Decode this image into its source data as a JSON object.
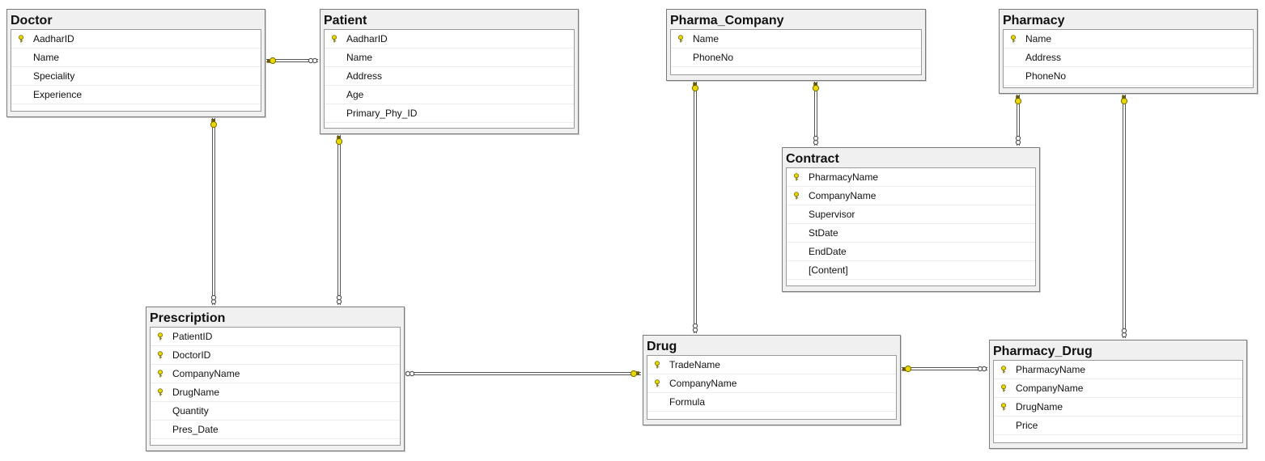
{
  "tables": [
    {
      "id": "doctor",
      "title": "Doctor",
      "columns": [
        {
          "name": "AadharID",
          "pk": true
        },
        {
          "name": "Name",
          "pk": false
        },
        {
          "name": "Speciality",
          "pk": false
        },
        {
          "name": "Experience",
          "pk": false
        }
      ]
    },
    {
      "id": "patient",
      "title": "Patient",
      "columns": [
        {
          "name": "AadharID",
          "pk": true
        },
        {
          "name": "Name",
          "pk": false
        },
        {
          "name": "Address",
          "pk": false
        },
        {
          "name": "Age",
          "pk": false
        },
        {
          "name": "Primary_Phy_ID",
          "pk": false
        }
      ]
    },
    {
      "id": "pharma_company",
      "title": "Pharma_Company",
      "columns": [
        {
          "name": "Name",
          "pk": true
        },
        {
          "name": "PhoneNo",
          "pk": false
        }
      ]
    },
    {
      "id": "pharmacy",
      "title": "Pharmacy",
      "columns": [
        {
          "name": "Name",
          "pk": true
        },
        {
          "name": "Address",
          "pk": false
        },
        {
          "name": "PhoneNo",
          "pk": false
        }
      ]
    },
    {
      "id": "contract",
      "title": "Contract",
      "columns": [
        {
          "name": "PharmacyName",
          "pk": true
        },
        {
          "name": "CompanyName",
          "pk": true
        },
        {
          "name": "Supervisor",
          "pk": false
        },
        {
          "name": "StDate",
          "pk": false
        },
        {
          "name": "EndDate",
          "pk": false
        },
        {
          "name": "[Content]",
          "pk": false
        }
      ]
    },
    {
      "id": "prescription",
      "title": "Prescription",
      "columns": [
        {
          "name": "PatientID",
          "pk": true
        },
        {
          "name": "DoctorID",
          "pk": true
        },
        {
          "name": "CompanyName",
          "pk": true
        },
        {
          "name": "DrugName",
          "pk": true
        },
        {
          "name": "Quantity",
          "pk": false
        },
        {
          "name": "Pres_Date",
          "pk": false
        }
      ]
    },
    {
      "id": "drug",
      "title": "Drug",
      "columns": [
        {
          "name": "TradeName",
          "pk": true
        },
        {
          "name": "CompanyName",
          "pk": true
        },
        {
          "name": "Formula",
          "pk": false
        }
      ]
    },
    {
      "id": "pharmacy_drug",
      "title": "Pharmacy_Drug",
      "columns": [
        {
          "name": "PharmacyName",
          "pk": true
        },
        {
          "name": "CompanyName",
          "pk": true
        },
        {
          "name": "DrugName",
          "pk": true
        },
        {
          "name": "Price",
          "pk": false
        }
      ]
    }
  ],
  "relationships": [
    {
      "one": "doctor",
      "many": "patient"
    },
    {
      "one": "doctor",
      "many": "prescription"
    },
    {
      "one": "patient",
      "many": "prescription"
    },
    {
      "one": "drug",
      "many": "prescription"
    },
    {
      "one": "pharma_company",
      "many": "drug"
    },
    {
      "one": "pharma_company",
      "many": "contract"
    },
    {
      "one": "pharmacy",
      "many": "contract"
    },
    {
      "one": "pharmacy",
      "many": "pharmacy_drug"
    },
    {
      "one": "drug",
      "many": "pharmacy_drug"
    }
  ],
  "colors": {
    "key": "#e8d600",
    "key_outline": "#7a6a00",
    "line": "#555555"
  }
}
